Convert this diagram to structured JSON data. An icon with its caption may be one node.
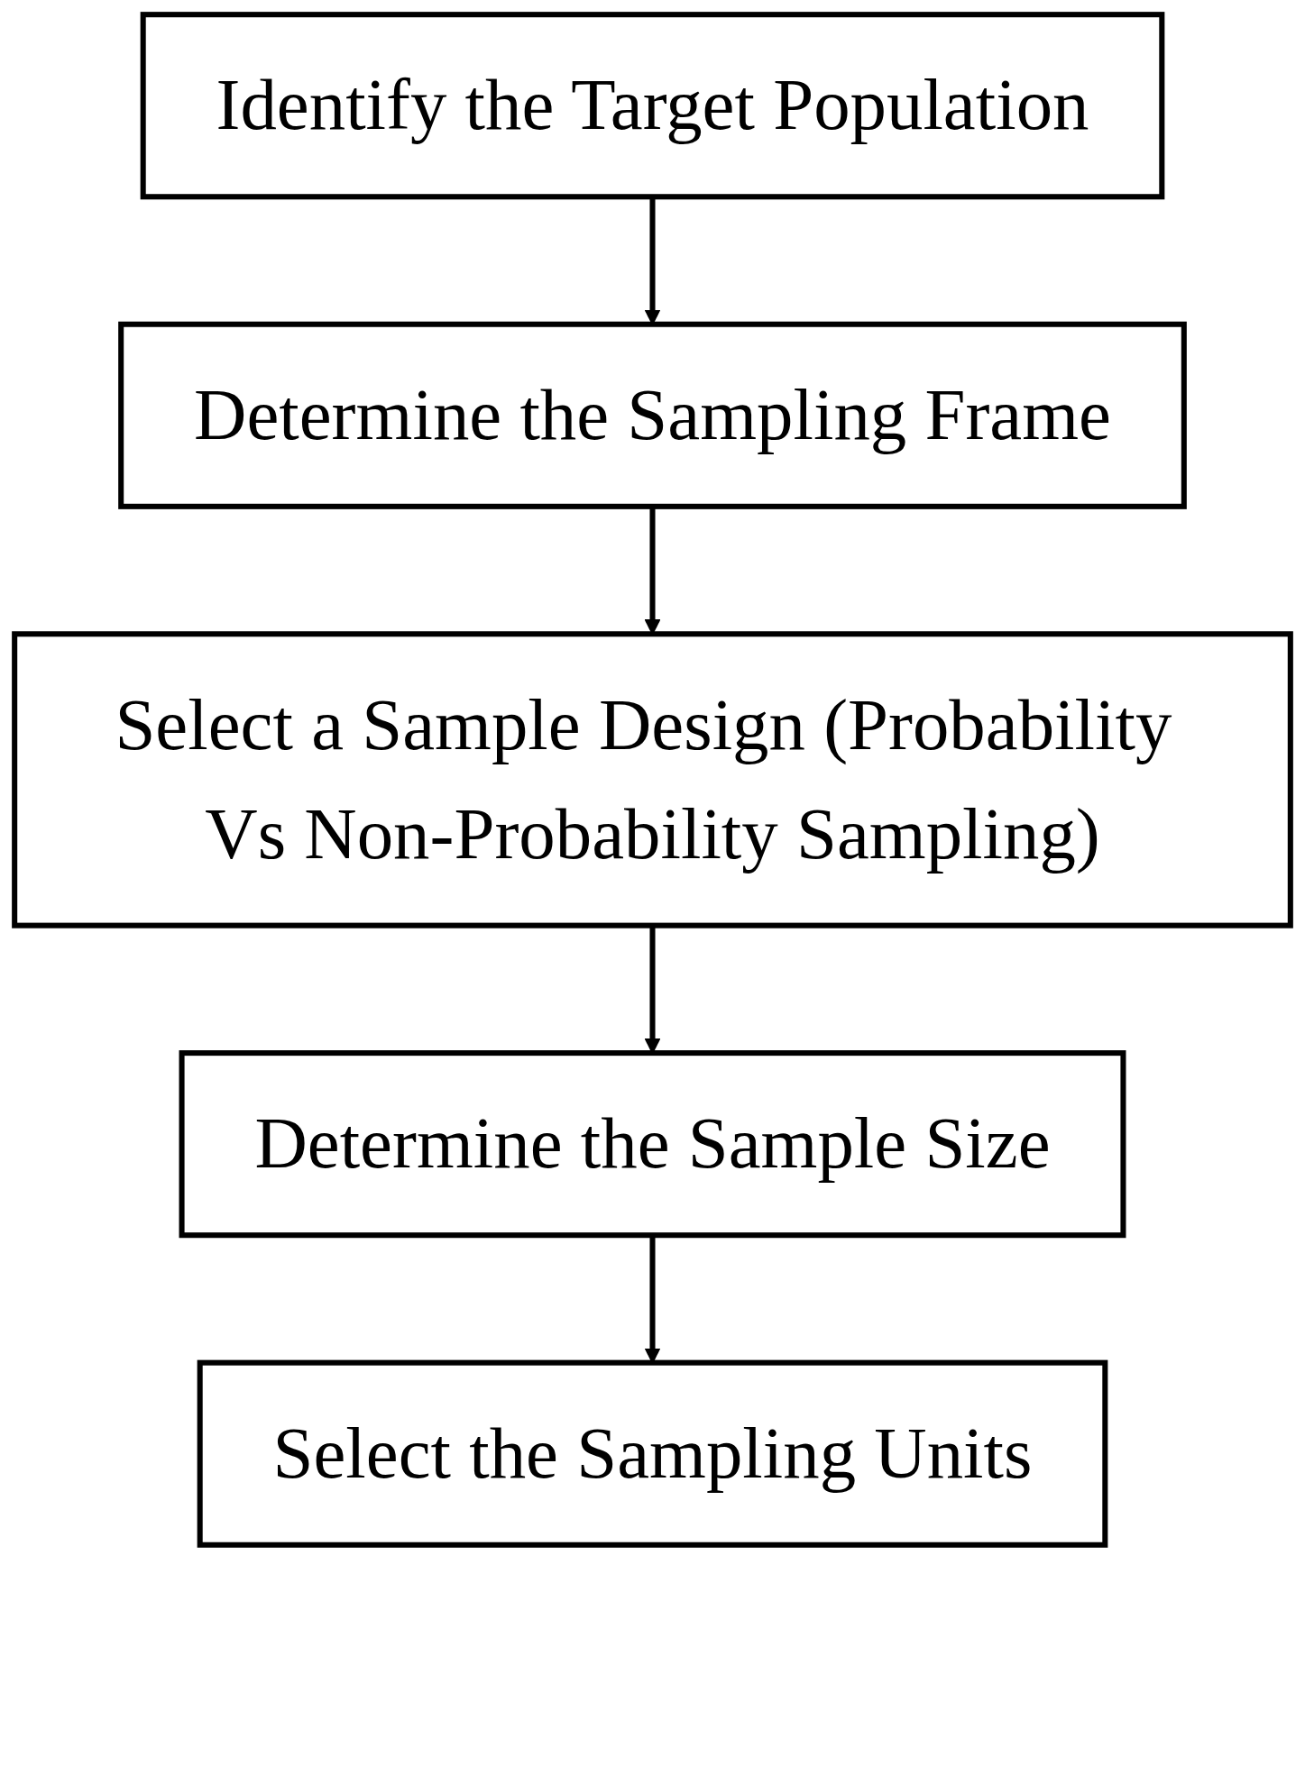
{
  "diagram": {
    "nodes": [
      {
        "text": [
          "Identify the Target Population"
        ]
      },
      {
        "text": [
          "Determine the Sampling Frame"
        ]
      },
      {
        "text": [
          "Select a Sample Design (Probability Vs Non-Probability Sampling)"
        ]
      },
      {
        "text": [
          "Determine the Sample Size"
        ]
      },
      {
        "text": [
          "Select the Sampling Units"
        ]
      }
    ],
    "edges": [
      {
        "from": 0,
        "to": 1,
        "arrow": "to"
      },
      {
        "from": 1,
        "to": 2,
        "arrow": "to"
      },
      {
        "from": 2,
        "to": 3,
        "arrow": "to"
      },
      {
        "from": 3,
        "to": 4,
        "arrow": "to"
      }
    ]
  }
}
